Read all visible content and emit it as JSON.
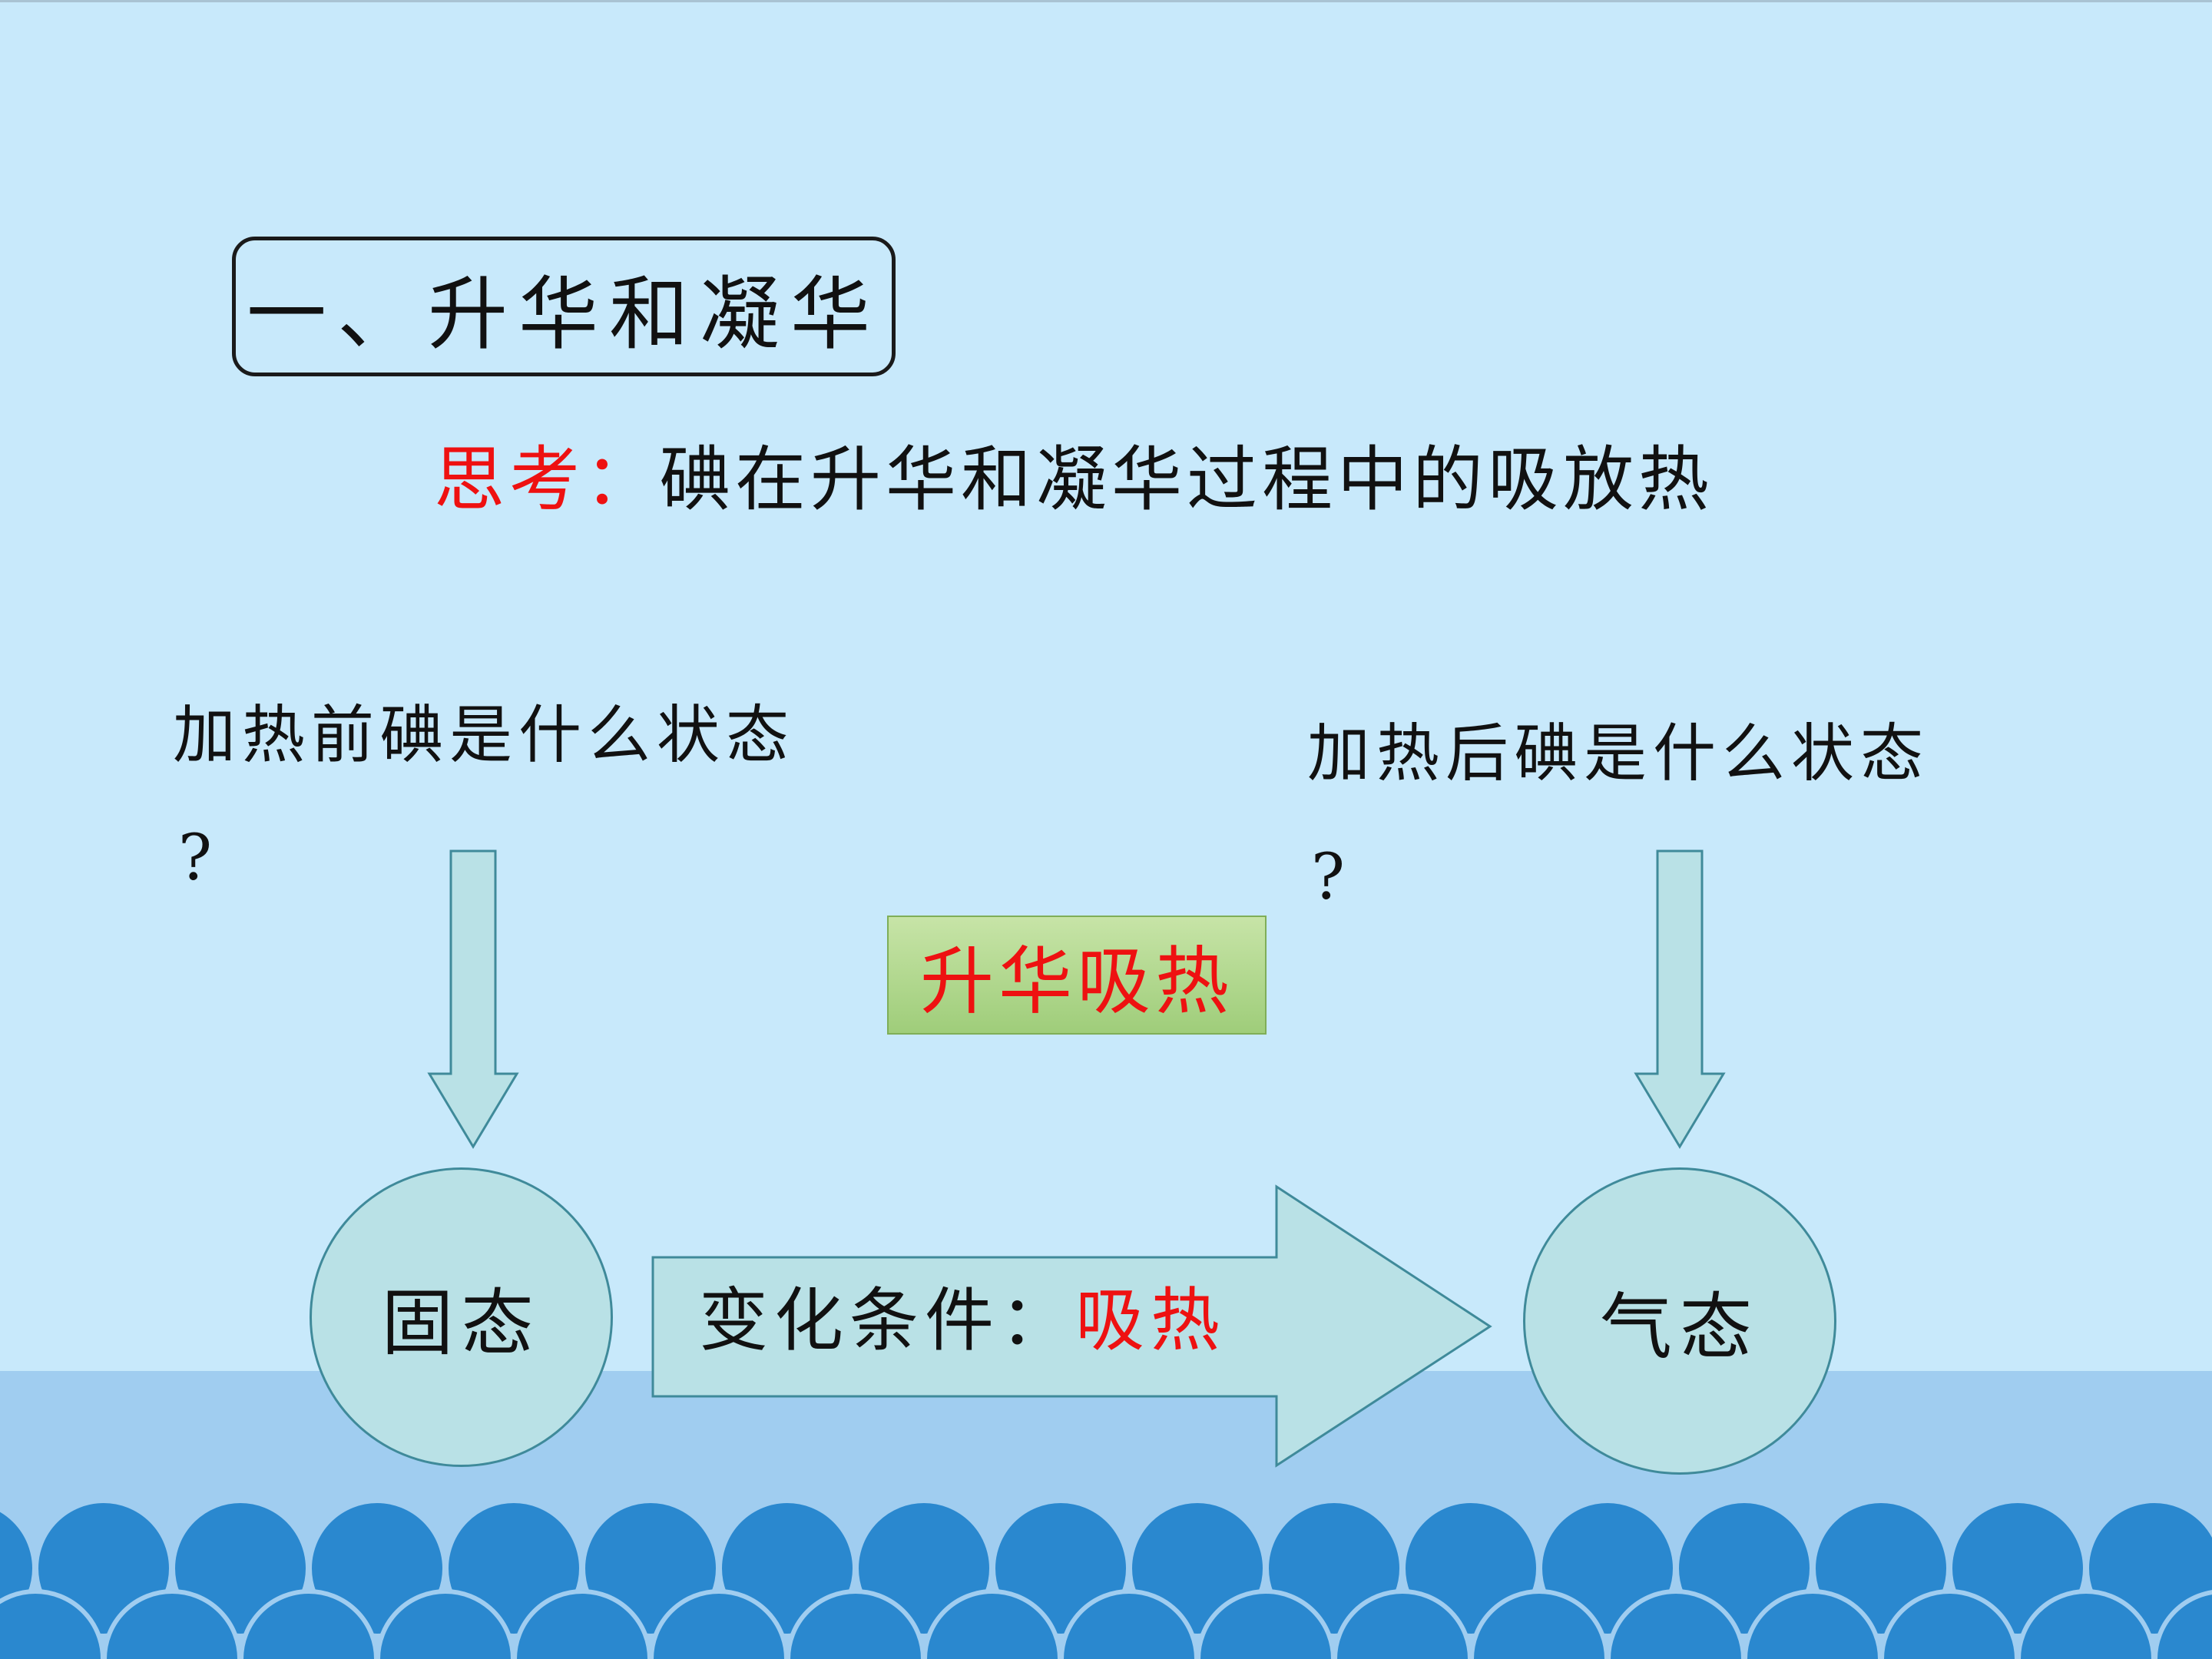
{
  "slide": {
    "heading": "一、升华和凝华",
    "think_label": "思考：",
    "think_text": "碘在升华和凝华过程中的吸放热"
  },
  "left": {
    "question": "加热前碘是什么状态",
    "qmark": "?",
    "state": "固态"
  },
  "right": {
    "question": "加热后碘是什么状态",
    "qmark": "?",
    "state": "气态"
  },
  "process": {
    "badge": "升华吸热",
    "condition_label": "变化条件：",
    "condition_value": "吸热"
  },
  "colors": {
    "background": "#c8e9fb",
    "accent_red": "#ee1111",
    "shape_fill": "#b9e1e6",
    "shape_stroke": "#3f8a9a",
    "badge_green": "#a8d384",
    "wave_blue": "#2a88cf"
  }
}
